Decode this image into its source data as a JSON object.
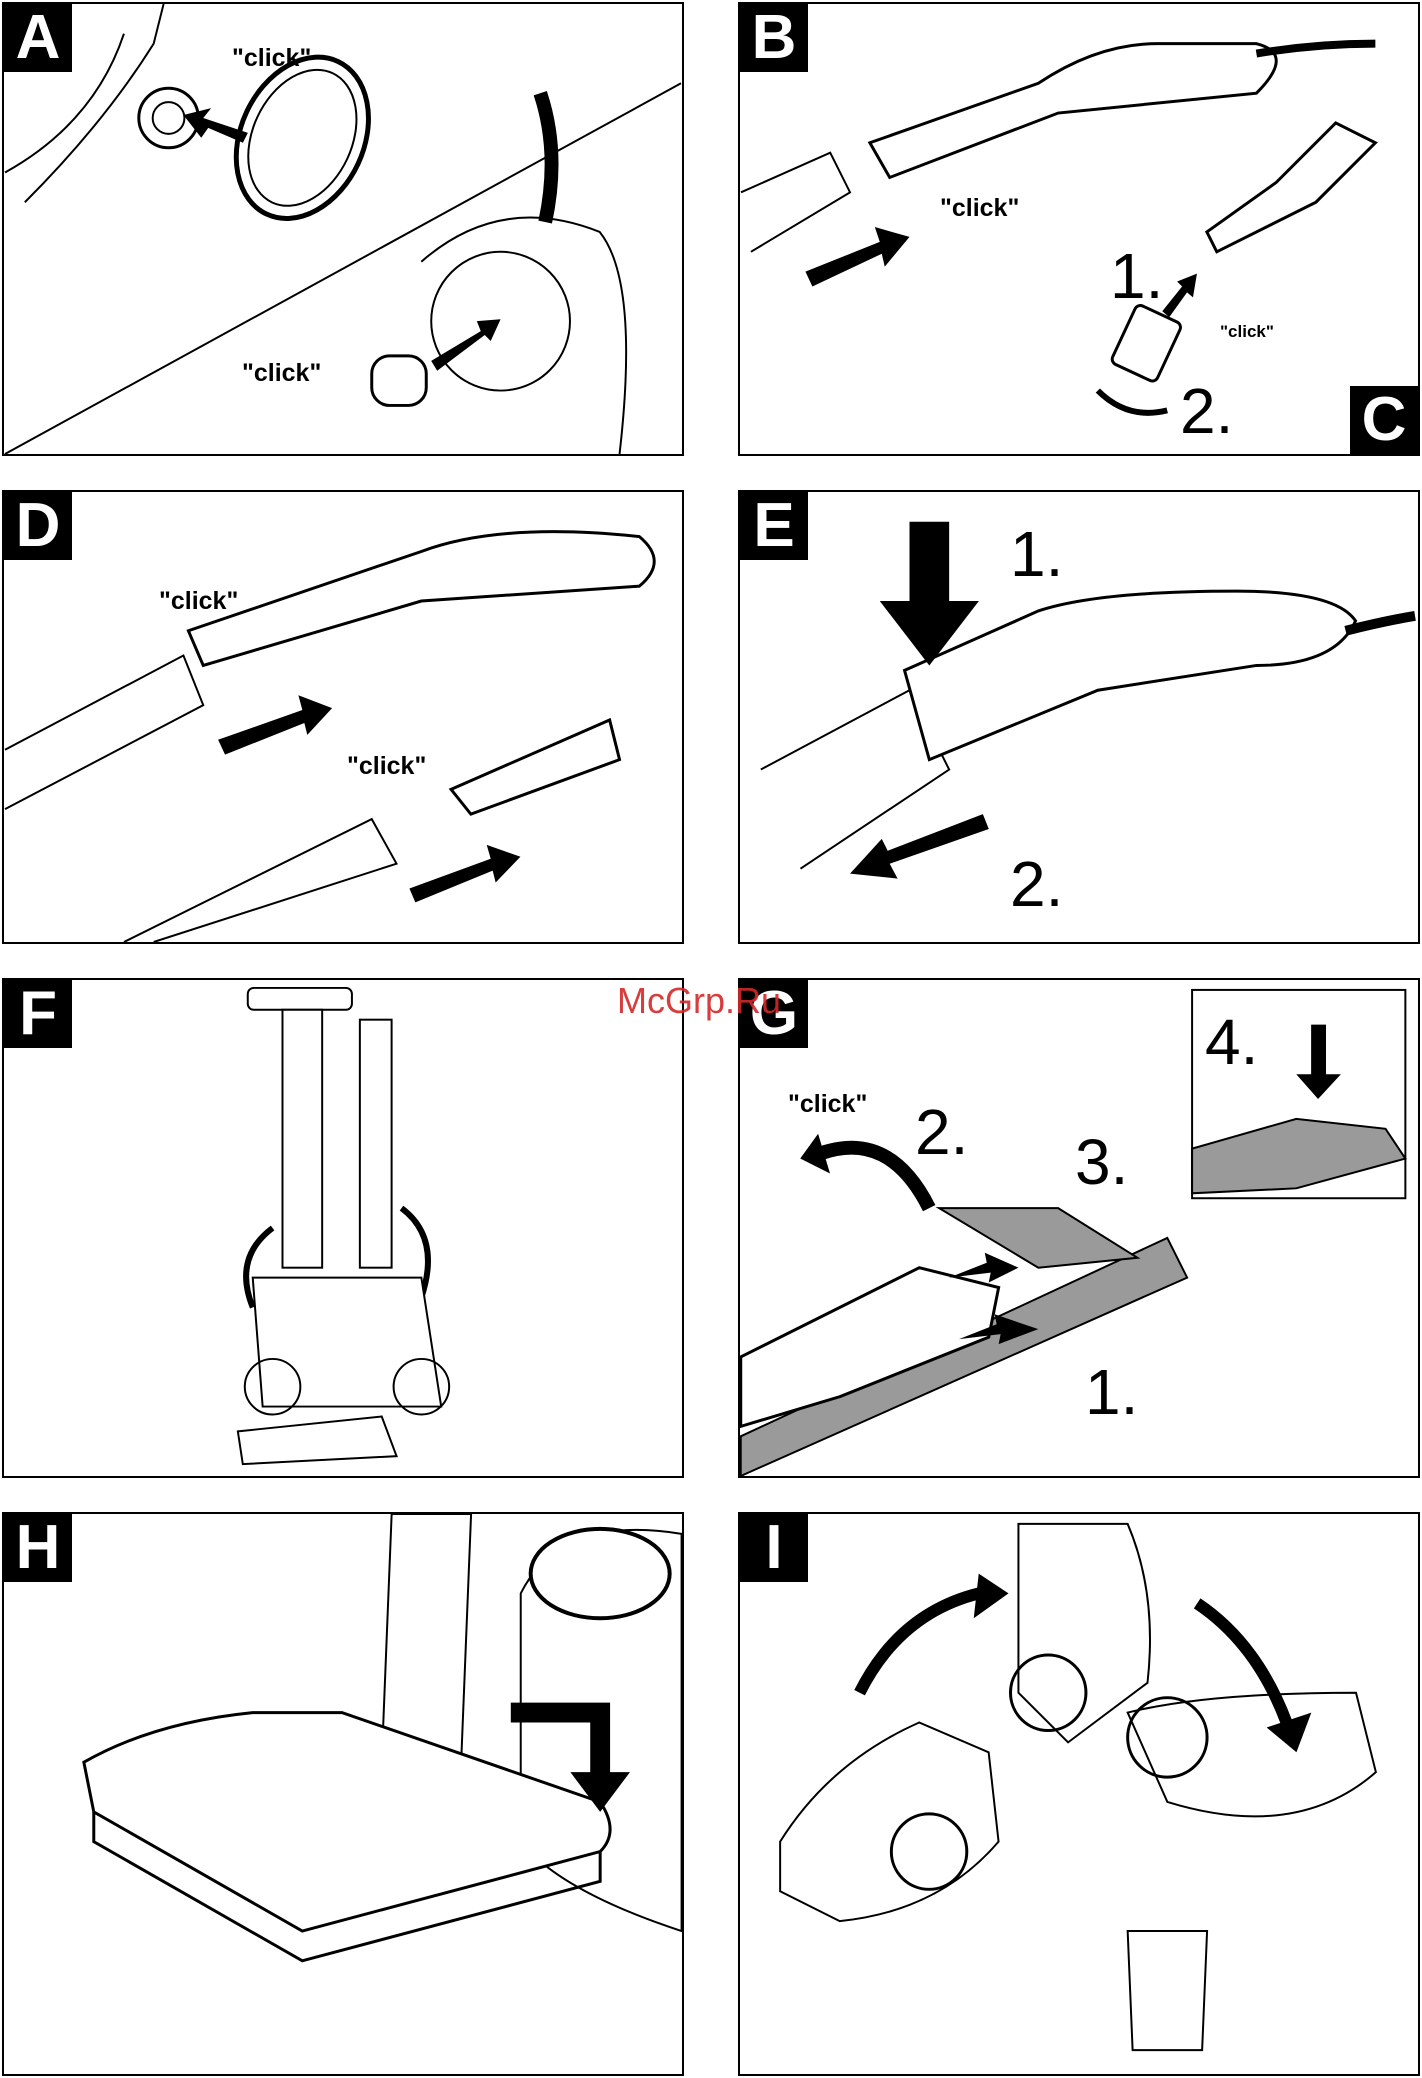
{
  "watermark": "McGrp.Ru",
  "colors": {
    "ink": "#000000",
    "paper": "#ffffff",
    "grey": "#9a9a9a",
    "watermark": "#d22a2a"
  },
  "panels": {
    "A": {
      "letter": "A",
      "click_1": "\"click\"",
      "click_2": "\"click\""
    },
    "B": {
      "letter": "B",
      "click": "\"click\""
    },
    "C": {
      "letter": "C",
      "click": "\"click\"",
      "step_1": "1.",
      "step_2": "2."
    },
    "D": {
      "letter": "D",
      "click_1": "\"click\"",
      "click_2": "\"click\""
    },
    "E": {
      "letter": "E",
      "step_1": "1.",
      "step_2": "2."
    },
    "F": {
      "letter": "F"
    },
    "G": {
      "letter": "G",
      "click": "\"click\"",
      "step_1": "1.",
      "step_2": "2.",
      "step_3": "3.",
      "step_4": "4."
    },
    "H": {
      "letter": "H"
    },
    "I": {
      "letter": "I"
    }
  }
}
